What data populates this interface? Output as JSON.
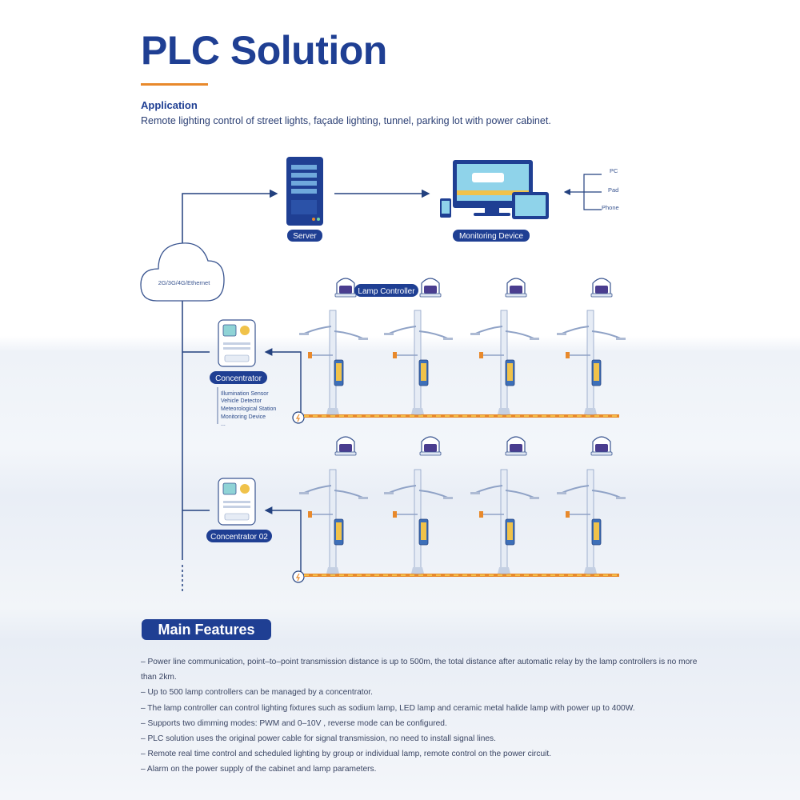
{
  "header": {
    "title": "PLC Solution",
    "application_heading": "Application",
    "application_text": "Remote lighting control of street lights, façade lighting, tunnel, parking lot with power cabinet."
  },
  "diagram": {
    "server_label": "Server",
    "monitoring_label": "Monitoring Device",
    "clients": [
      "PC",
      "Pad",
      "Phone"
    ],
    "cloud_label": "2G/3G/4G/Ethernet",
    "lamp_controller_label": "Lamp Controller",
    "concentrator_1_label": "Concentrator",
    "concentrator_2_label": "Concentrator 02",
    "sensors": [
      "Illumination Sensor",
      "Vehicle Detector",
      "Meteorological Station",
      "Monitoring Device",
      "..."
    ]
  },
  "features": {
    "heading": "Main Features",
    "items": [
      "– Power line communication, point–to–point transmission distance is up to 500m, the total distance after automatic relay by the lamp controllers is no more than 2km.",
      "– Up to 500 lamp controllers can be managed by a concentrator.",
      "– The lamp controller can control lighting fixtures such as sodium lamp, LED lamp and ceramic metal halide lamp with power up to 400W.",
      "– Supports two dimming modes: PWM and 0–10V , reverse mode can be configured.",
      "– PLC solution uses the original power cable for signal transmission, no need to install signal lines.",
      "– Remote real time control and scheduled lighting by group or individual lamp, remote control on the power circuit.",
      "– Alarm on the power supply of the cabinet and lamp parameters."
    ]
  },
  "colors": {
    "brand_blue": "#1f3f93",
    "accent_orange": "#e8892b",
    "line_blue": "#23417f"
  },
  "icons": [
    "server-icon",
    "monitor-icon",
    "cloud-icon",
    "concentrator-icon",
    "lamp-controller-icon",
    "street-light-icon",
    "power-icon"
  ]
}
